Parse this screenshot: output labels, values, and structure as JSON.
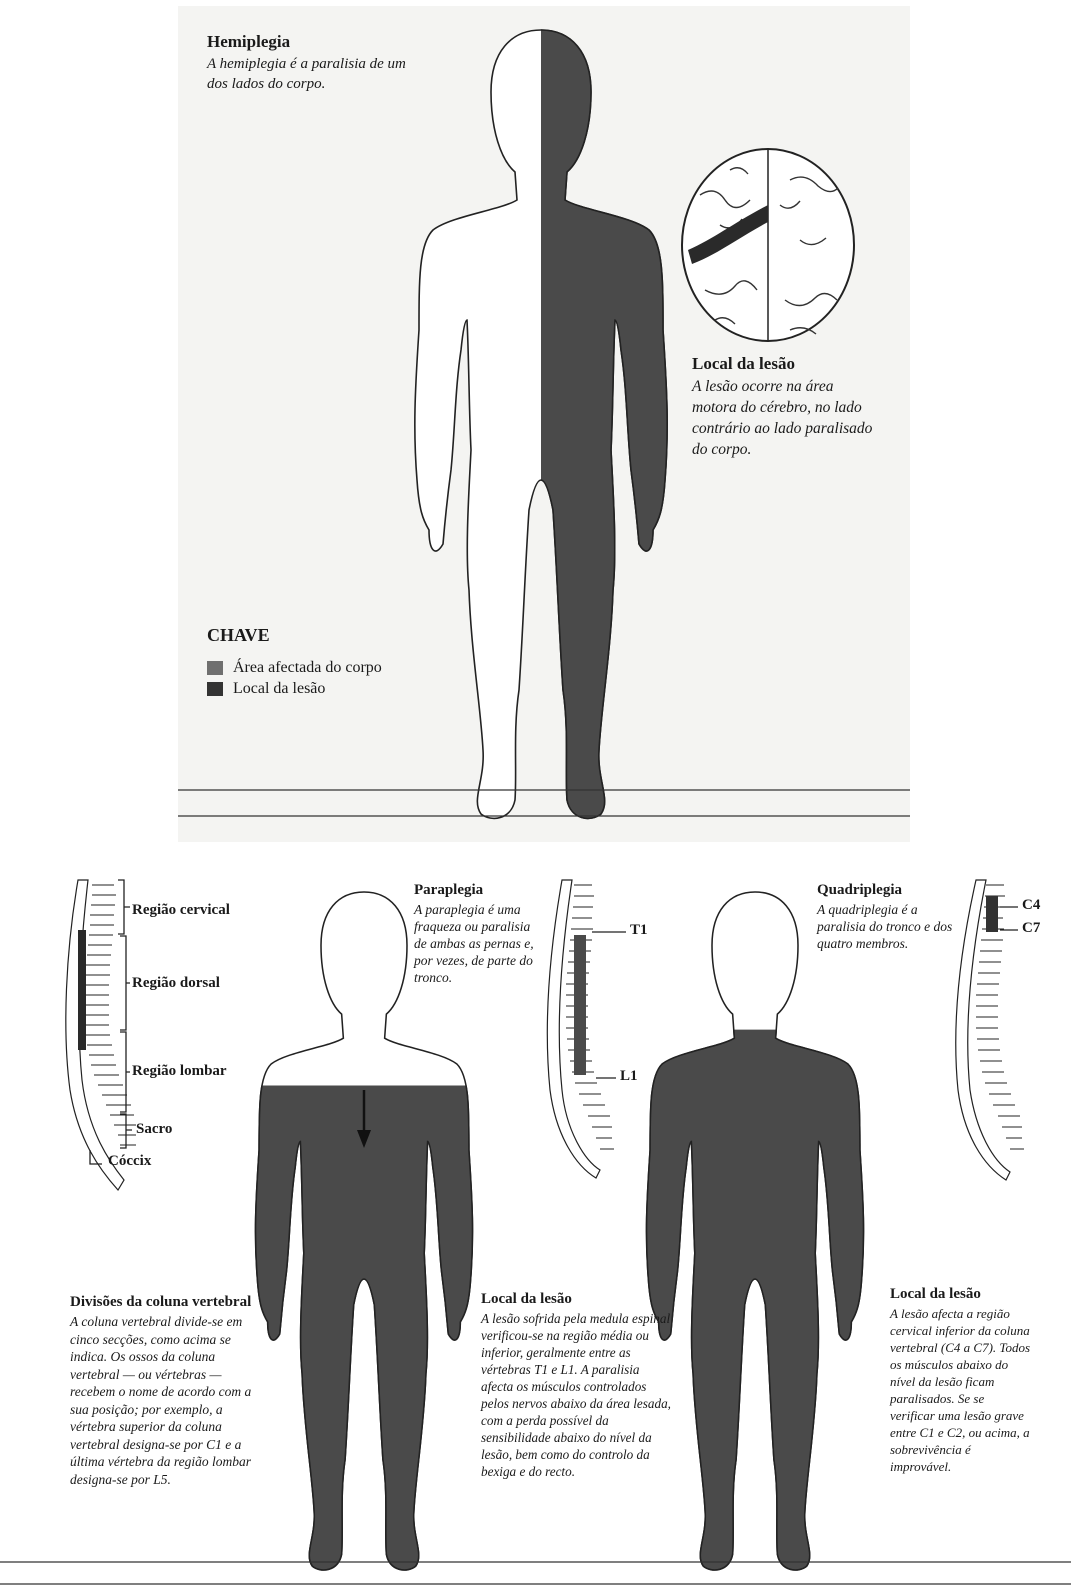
{
  "hemiplegia": {
    "title": "Hemiplegia",
    "text": "A hemiplegia é a paralisia de um dos lados do corpo."
  },
  "hemi_lesion": {
    "title": "Local da lesão",
    "text": "A lesão ocorre na área motora do cérebro, no lado contrário ao lado paralisado do corpo."
  },
  "key": {
    "title": "CHAVE",
    "items": [
      {
        "label": "Área afectada do corpo",
        "color": "#6f6f6f"
      },
      {
        "label": "Local da lesão",
        "color": "#333333"
      }
    ]
  },
  "spine_regions": {
    "cervical": "Região cervical",
    "dorsal": "Região dorsal",
    "lombar": "Região lombar",
    "sacro": "Sacro",
    "coccix": "Cóccix"
  },
  "spine_divisions": {
    "title": "Divisões da coluna vertebral",
    "text": "A coluna vertebral divide-se em cinco secções, como acima se indica. Os ossos da coluna vertebral — ou vértebras — recebem o nome de acordo com a sua posição; por exemplo, a vértebra superior da coluna vertebral designa-se por C1 e a última vértebra da região lombar designa-se por L5."
  },
  "paraplegia": {
    "title": "Paraplegia",
    "text": "A paraplegia é uma fraqueza ou paralisia de ambas as pernas e, por vezes, de parte do tronco.",
    "vertebra_top": "T1",
    "vertebra_bottom": "L1"
  },
  "para_lesion": {
    "title": "Local da lesão",
    "text": "A lesão sofrida pela medula espinal verificou-se na região média ou inferior, geralmente entre as vértebras T1 e L1. A paralisia afecta os músculos controlados pelos nervos abaixo da área lesada, com a perda possível da sensibilidade abaixo do nível da lesão, bem como do controlo da bexiga e do recto."
  },
  "quadriplegia": {
    "title": "Quadriplegia",
    "text": "A quadriplegia é a paralisia do tronco e dos quatro membros.",
    "vertebra_top": "C4",
    "vertebra_bottom": "C7"
  },
  "quad_lesion": {
    "title": "Local da lesão",
    "text": "A lesão afecta a região cervical inferior da coluna vertebral (C4 a C7). Todos os músculos abaixo do nível da lesão ficam paralisados. Se se verificar uma lesão grave entre C1 e C2, ou acima, a sobrevivência é improvável."
  },
  "colors": {
    "affected": "#4a4a4a",
    "lesion": "#2a2a2a",
    "outline": "#222222"
  }
}
